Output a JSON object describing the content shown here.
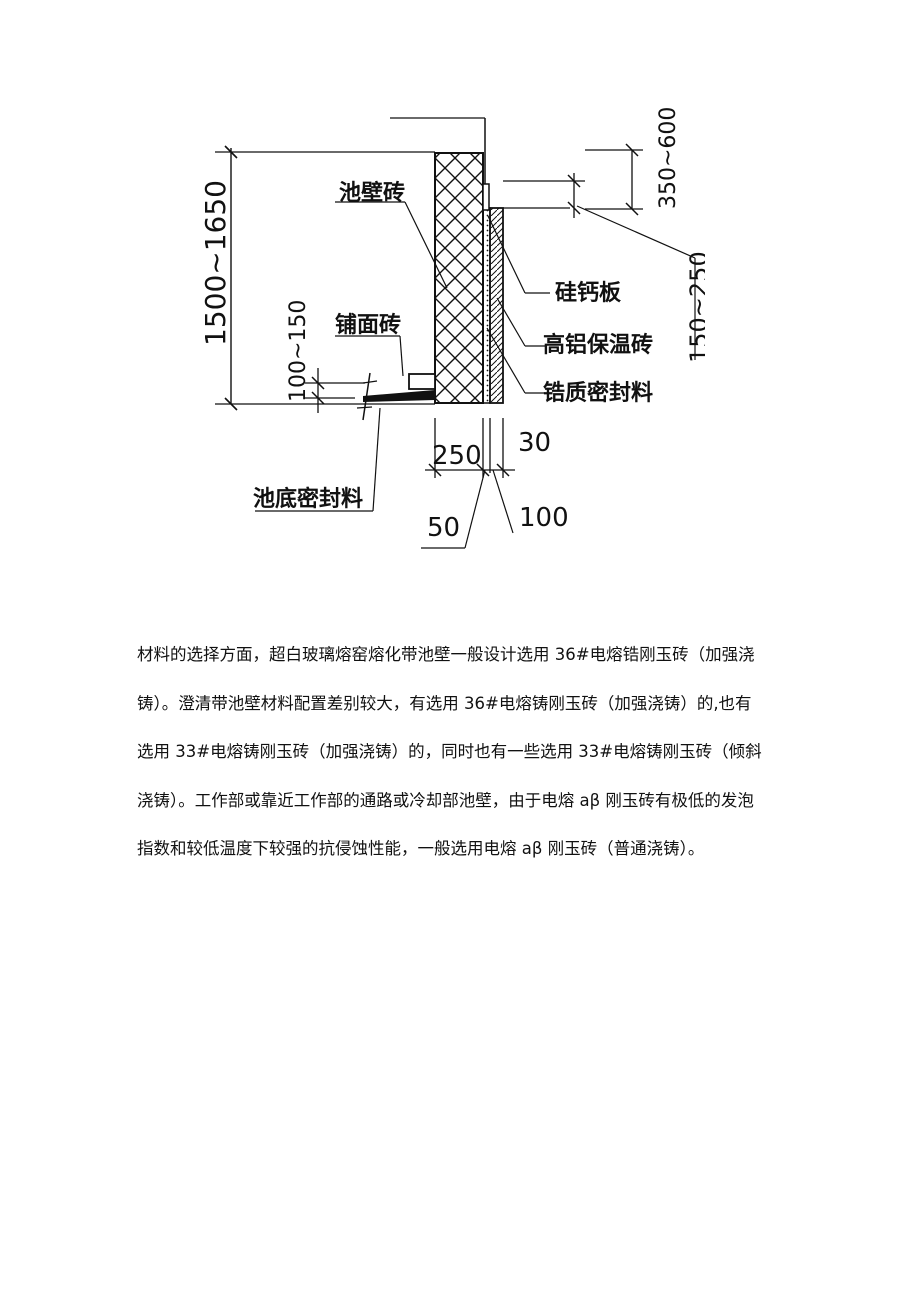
{
  "figure": {
    "labels": {
      "pool_wall_brick": "池壁砖",
      "calcium_silicate_board": "硅钙板",
      "high_alumina_brick": "高铝保温砖",
      "zircon_sealant": "锆质密封料",
      "paving_brick": "铺面砖",
      "bottom_sealant": "池底密封料"
    },
    "dimensions": {
      "total_height": "1500~1650",
      "top_offset": "350~600",
      "side_height": "150~250",
      "paving_height": "100~150",
      "width_250": "250",
      "width_30": "30",
      "width_50": "50",
      "width_100": "100"
    }
  },
  "text": {
    "lines": [
      "材料的选择方面，超白玻璃熔窑熔化带池壁一般设计选用 36#电熔锆刚玉砖（加强浇",
      "铸）。澄清带池壁材料配置差别较大，有选用 36#电熔铸刚玉砖（加强浇铸）的,也有",
      "选用 33#电熔铸刚玉砖（加强浇铸）的，同时也有一些选用 33#电熔铸刚玉砖（倾斜",
      "浇铸）。工作部或靠近工作部的通路或冷却部池壁，由于电熔 aβ 刚玉砖有极低的发泡",
      "指数和较低温度下较强的抗侵蚀性能，一般选用电熔 aβ 刚玉砖（普通浇铸）。"
    ]
  }
}
